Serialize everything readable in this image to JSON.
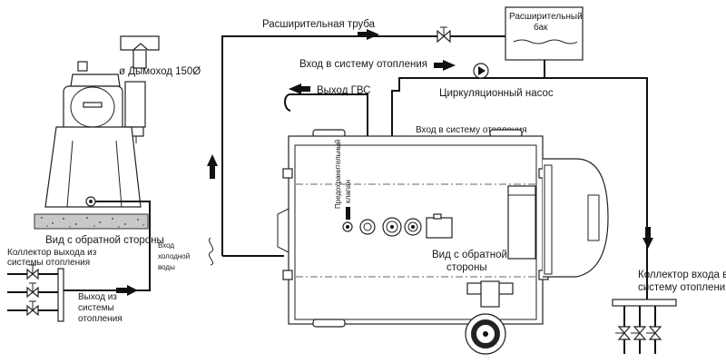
{
  "labels": {
    "expansion_pipe": "Расширительная труба",
    "expansion_tank": [
      "Расширительный",
      "бак"
    ],
    "chimney": "ø Дымоход 150Ø",
    "heating_inlet_top": "Вход в систему отопления",
    "dhw_outlet": "Выход ГВС",
    "circulation_pump": "Циркуляционный насос",
    "heating_inlet_mid": "Вход в систему отопления",
    "rear_view_left": "Вид с обратной стороны",
    "rear_view_right": [
      "Вид с обратной",
      "стороны"
    ],
    "collector_outlet": [
      "Коллектор выхода из",
      "системы отопления"
    ],
    "cold_water_inlet": [
      "Вход",
      "холодной",
      "воды"
    ],
    "heating_outlet": [
      "Выход из",
      "системы",
      "отопления"
    ],
    "collector_inlet": [
      "Коллектор входа в",
      "систему отопления"
    ],
    "safety_valve": [
      "Предохранительный",
      "клапан"
    ]
  },
  "colors": {
    "line": "#111111",
    "background": "#ffffff"
  }
}
